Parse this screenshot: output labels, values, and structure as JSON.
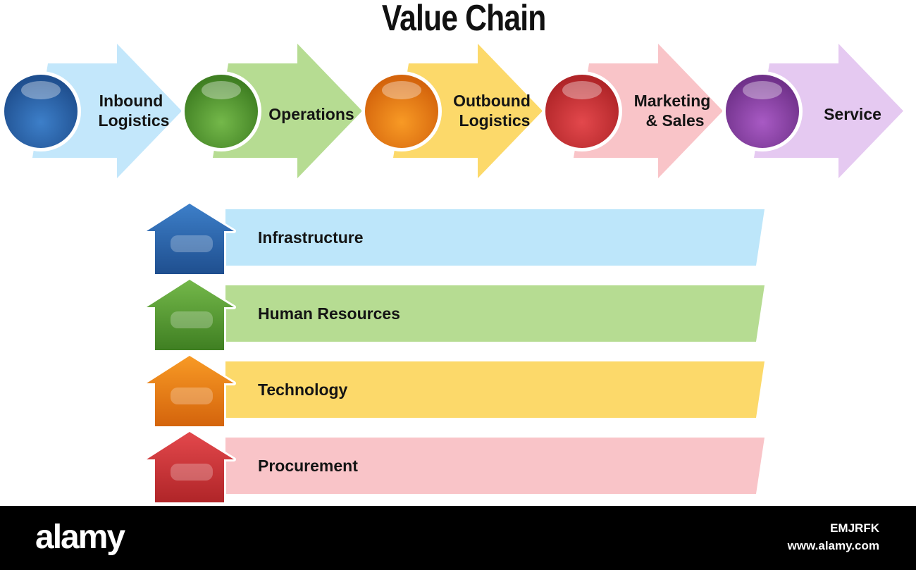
{
  "title": "Value Chain",
  "primary_activities": [
    {
      "label_lines": [
        "Inbound",
        "Logistics"
      ],
      "arrow_color": "#c3e7fb",
      "ball_color": "#3d7fc9",
      "ball_dark": "#1f4f8f"
    },
    {
      "label_lines": [
        "Operations"
      ],
      "arrow_color": "#b6dc92",
      "ball_color": "#74b84a",
      "ball_dark": "#3f7f22"
    },
    {
      "label_lines": [
        "Outbound",
        "Logistics"
      ],
      "arrow_color": "#fcd96a",
      "ball_color": "#f89a25",
      "ball_dark": "#d4640c"
    },
    {
      "label_lines": [
        "Marketing",
        "& Sales"
      ],
      "arrow_color": "#f9c4c8",
      "ball_color": "#e3484c",
      "ball_dark": "#b02528"
    },
    {
      "label_lines": [
        "Service"
      ],
      "arrow_color": "#e5c9f1",
      "ball_color": "#a85ac4",
      "ball_dark": "#70318a"
    }
  ],
  "support_activities": [
    {
      "label": "Infrastructure",
      "bar_color": "#bde6fa",
      "arrow_color": "#3d7fc9",
      "arrow_dark": "#1f4f8f"
    },
    {
      "label": "Human Resources",
      "bar_color": "#b6dc92",
      "arrow_color": "#74b84a",
      "arrow_dark": "#3f7f22"
    },
    {
      "label": "Technology",
      "bar_color": "#fcd96a",
      "arrow_color": "#f89a25",
      "arrow_dark": "#d4640c"
    },
    {
      "label": "Procurement",
      "bar_color": "#f9c4c8",
      "arrow_color": "#e3484c",
      "arrow_dark": "#b02528"
    }
  ],
  "footer": {
    "brand": "alamy",
    "image_id": "EMJRFK",
    "site": "www.alamy.com"
  }
}
